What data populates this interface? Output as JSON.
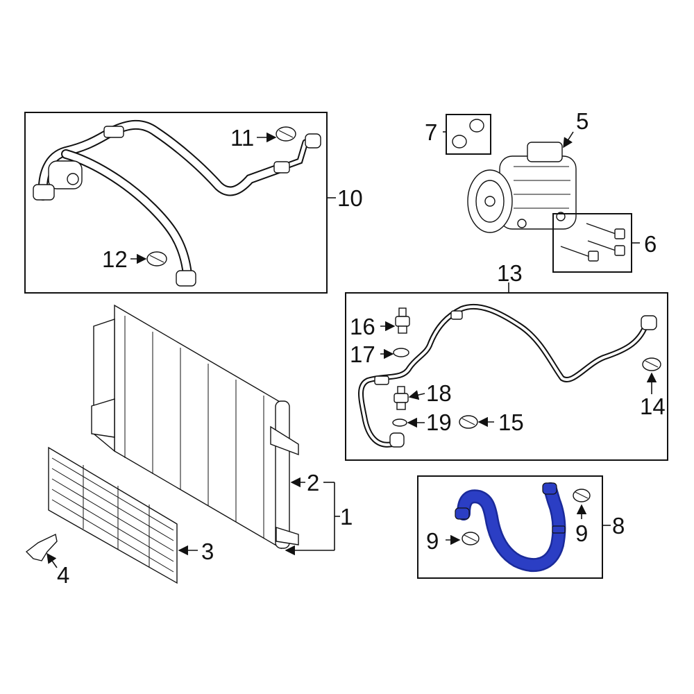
{
  "diagram": {
    "callouts": {
      "c1": "1",
      "c2": "2",
      "c3": "3",
      "c4": "4",
      "c5": "5",
      "c6": "6",
      "c7": "7",
      "c8": "8",
      "c9a": "9",
      "c9b": "9",
      "c10": "10",
      "c11": "11",
      "c12": "12",
      "c13": "13",
      "c14": "14",
      "c15": "15",
      "c16": "16",
      "c17": "17",
      "c18": "18",
      "c19": "19"
    },
    "colors": {
      "line": "#111111",
      "highlight": "#2b3ec4",
      "background": "#ffffff"
    }
  }
}
